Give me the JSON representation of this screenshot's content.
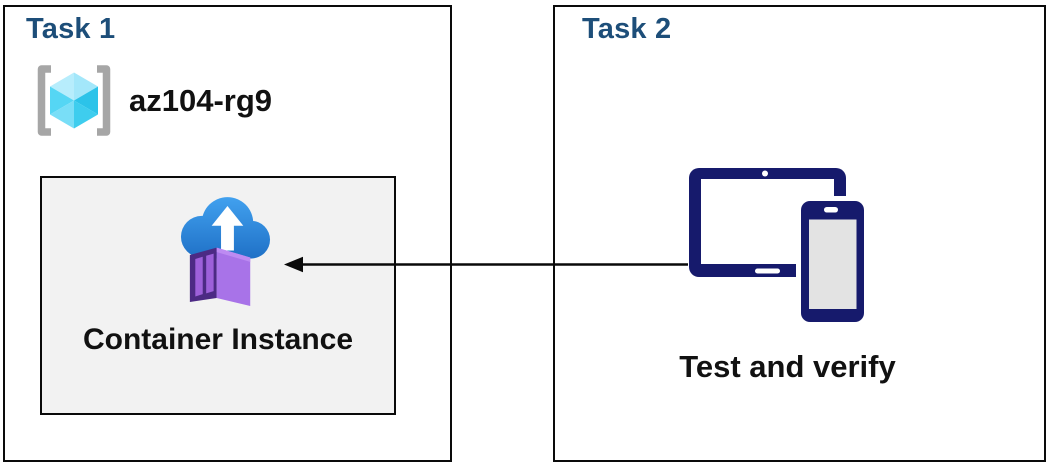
{
  "colors": {
    "title_blue": "#1d4e79",
    "text_black": "#111111",
    "box_border": "#0a0a0a",
    "inner_box_bg": "#f2f2f2",
    "device_navy": "#161a6c",
    "phone_screen_gray": "#e3e3e3",
    "cloud_blue_top": "#41a0ee",
    "cloud_blue_bottom": "#1f70c6",
    "container_purple_light": "#a873e8",
    "container_purple_top": "#bd8bf2",
    "container_purple_dark": "#4c2a84",
    "container_panel_purple": "#9d60da",
    "cube_cyan_light_left": "#b7edfc",
    "cube_cyan_light_right": "#a3e7fa",
    "cube_cyan_mid": "#55d6f4",
    "cube_cyan_mid_bottom": "#79def7",
    "cube_cyan_dark": "#2cc3e9",
    "cube_cyan_dark_bottom": "#3ecdee",
    "bracket_gray": "#a6a6a6"
  },
  "task1": {
    "title": "Task 1",
    "resource_group": {
      "label": "az104-rg9"
    },
    "container_box": {
      "label": "Container Instance"
    }
  },
  "task2": {
    "title": "Task 2",
    "caption": "Test and verify"
  },
  "arrow": {
    "direction": "right-to-left"
  }
}
